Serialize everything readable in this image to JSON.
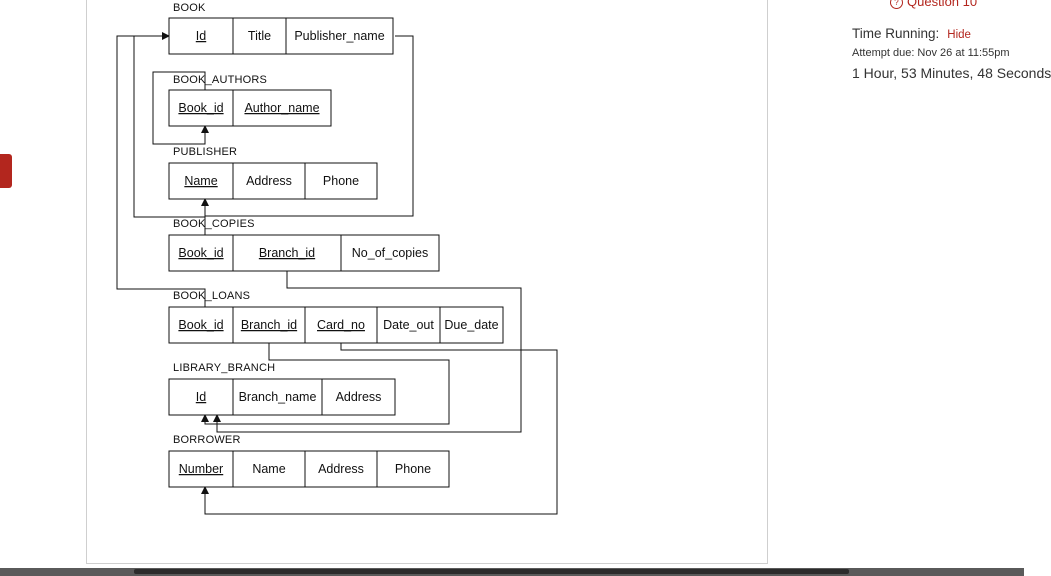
{
  "diagram": {
    "tables": [
      {
        "id": "book",
        "label": "BOOK",
        "columns": [
          {
            "name": "Id",
            "key": true
          },
          {
            "name": "Title",
            "key": false
          },
          {
            "name": "Publisher_name",
            "key": false
          }
        ]
      },
      {
        "id": "book_authors",
        "label": "BOOK_AUTHORS",
        "columns": [
          {
            "name": "Book_id",
            "key": true
          },
          {
            "name": "Author_name",
            "key": true
          }
        ]
      },
      {
        "id": "publisher",
        "label": "PUBLISHER",
        "columns": [
          {
            "name": "Name",
            "key": true
          },
          {
            "name": "Address",
            "key": false
          },
          {
            "name": "Phone",
            "key": false
          }
        ]
      },
      {
        "id": "book_copies",
        "label": "BOOK_COPIES",
        "columns": [
          {
            "name": "Book_id",
            "key": true
          },
          {
            "name": "Branch_id",
            "key": true
          },
          {
            "name": "No_of_copies",
            "key": false
          }
        ]
      },
      {
        "id": "book_loans",
        "label": "BOOK_LOANS",
        "columns": [
          {
            "name": "Book_id",
            "key": true
          },
          {
            "name": "Branch_id",
            "key": true
          },
          {
            "name": "Card_no",
            "key": true
          },
          {
            "name": "Date_out",
            "key": false
          },
          {
            "name": "Due_date",
            "key": false
          }
        ]
      },
      {
        "id": "library_branch",
        "label": "LIBRARY_BRANCH",
        "columns": [
          {
            "name": "Id",
            "key": true
          },
          {
            "name": "Branch_name",
            "key": false
          },
          {
            "name": "Address",
            "key": false
          }
        ]
      },
      {
        "id": "borrower",
        "label": "BORROWER",
        "columns": [
          {
            "name": "Number",
            "key": true
          },
          {
            "name": "Name",
            "key": false
          },
          {
            "name": "Address",
            "key": false
          },
          {
            "name": "Phone",
            "key": false
          }
        ]
      }
    ],
    "relationships": [
      {
        "from": "book_authors.Book_id",
        "to": "book.Id"
      },
      {
        "from": "book_copies.Book_id",
        "to": "book.Id"
      },
      {
        "from": "book_loans.Book_id",
        "to": "book.Id"
      },
      {
        "from": "book.Publisher_name",
        "to": "publisher.Name"
      },
      {
        "from": "book_loans.Branch_id",
        "to": "library_branch.Id"
      },
      {
        "from": "book_copies.Branch_id",
        "to": "library_branch.Id"
      },
      {
        "from": "book_loans.Card_no",
        "to": "borrower.Number"
      }
    ]
  },
  "sidebar": {
    "question_link": "Question 10",
    "question_icon": "?",
    "timer_label": "Time Running:",
    "hide_label": "Hide",
    "attempt_due": "Attempt due: Nov 26 at 11:55pm",
    "time_left": "1 Hour, 53 Minutes, 48 Seconds"
  },
  "colors": {
    "accent": "#b3261e",
    "text": "#111111",
    "panel_border": "#cfcfcf"
  }
}
